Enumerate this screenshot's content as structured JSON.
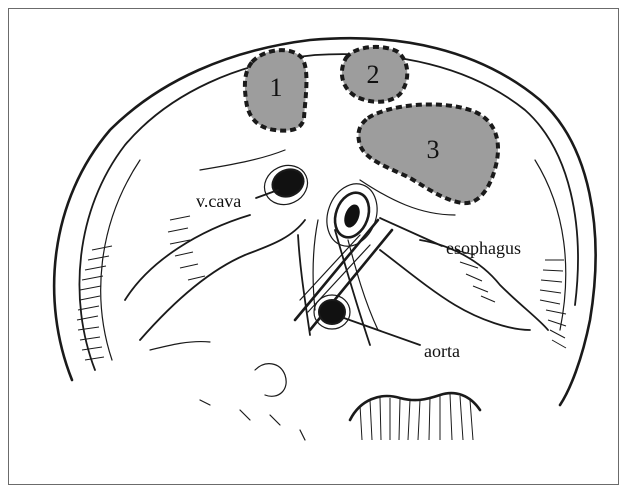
{
  "figure": {
    "regions": [
      {
        "id": "1",
        "label": "1",
        "fill": "#9d9d9d"
      },
      {
        "id": "2",
        "label": "2",
        "fill": "#9d9d9d"
      },
      {
        "id": "3",
        "label": "3",
        "fill": "#9d9d9d"
      }
    ],
    "callouts": {
      "vena_cava": "v.cava",
      "esophagus": "esophagus",
      "aorta": "aorta"
    },
    "colors": {
      "ink": "#1a1a1a",
      "region_fill": "#9d9d9d",
      "frame": "#6b6b6b"
    }
  }
}
